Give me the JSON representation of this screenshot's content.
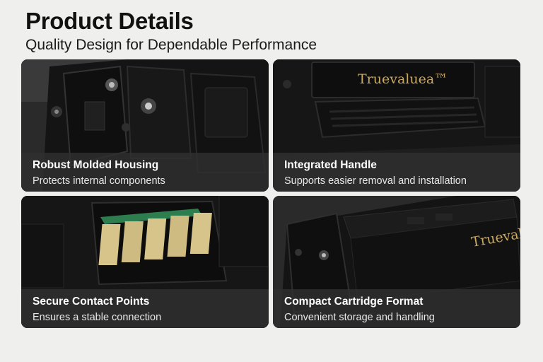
{
  "header": {
    "title": "Product Details",
    "subtitle": "Quality Design for Dependable Performance"
  },
  "cards": [
    {
      "title": "Robust Molded Housing",
      "subtitle": "Protects internal components"
    },
    {
      "title": "Integrated Handle",
      "subtitle": "Supports easier removal and installation",
      "brand": "Truevaluea™"
    },
    {
      "title": "Secure Contact Points",
      "subtitle": "Ensures a stable connection"
    },
    {
      "title": "Compact Cartridge Format",
      "subtitle": "Convenient storage and handling",
      "brand": "Truevaluea"
    }
  ],
  "colors": {
    "background": "#efefed",
    "cartridge": "#1c1c1c",
    "caption_overlay": "#303030",
    "brand_gold": "#c9a862",
    "contact_green": "#2e7d4f",
    "contact_gold": "#d6c48a"
  }
}
